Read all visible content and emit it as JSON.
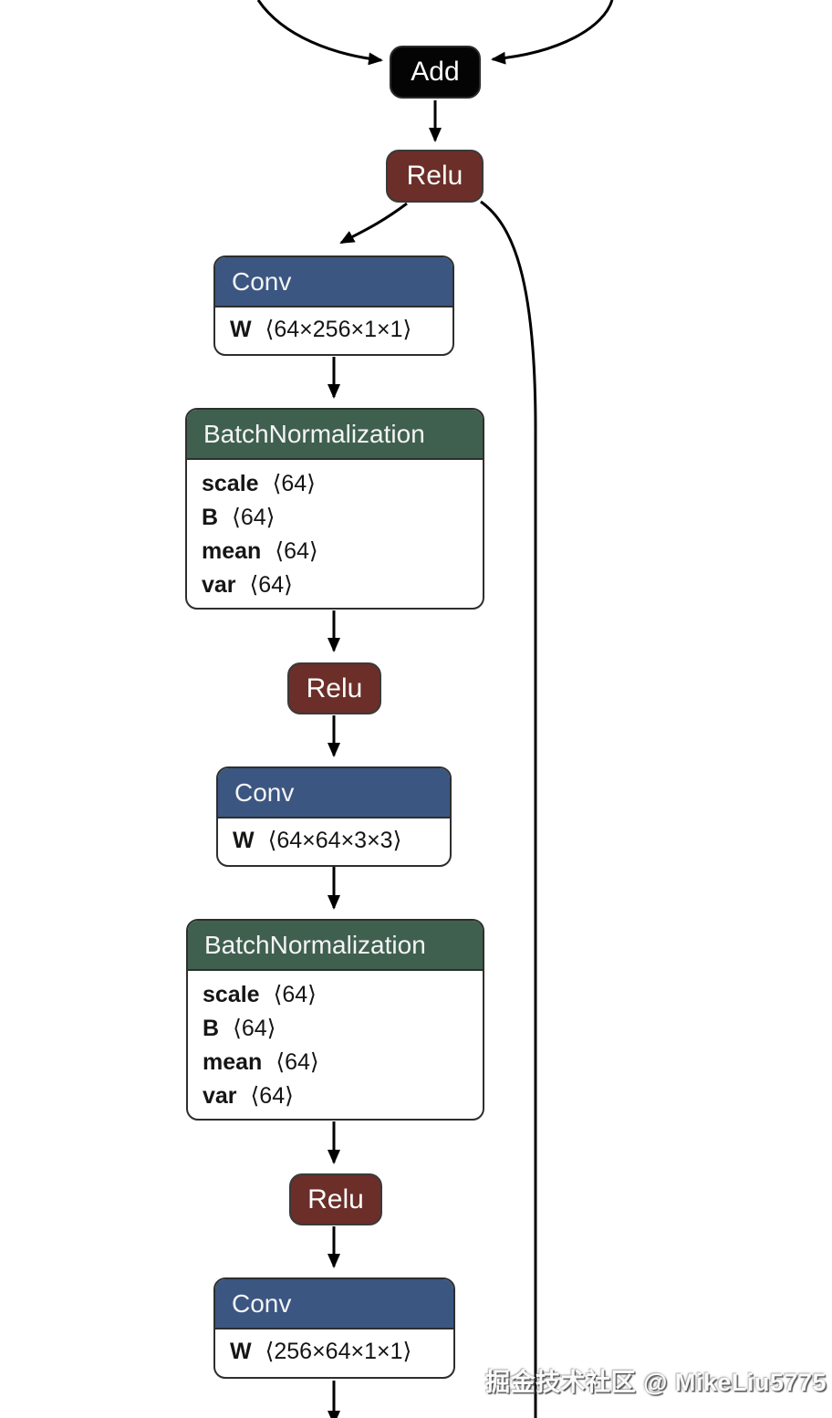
{
  "diagram": {
    "type": "neural-network-graph",
    "nodes": {
      "add": {
        "op": "Add",
        "label": "Add"
      },
      "relu1": {
        "op": "Relu",
        "label": "Relu"
      },
      "conv1": {
        "op": "Conv",
        "title": "Conv",
        "params": [
          {
            "name": "W",
            "value": "⟨64×256×1×1⟩"
          }
        ]
      },
      "bn1": {
        "op": "BatchNormalization",
        "title": "BatchNormalization",
        "params": [
          {
            "name": "scale",
            "value": "⟨64⟩"
          },
          {
            "name": "B",
            "value": "⟨64⟩"
          },
          {
            "name": "mean",
            "value": "⟨64⟩"
          },
          {
            "name": "var",
            "value": "⟨64⟩"
          }
        ]
      },
      "relu2": {
        "op": "Relu",
        "label": "Relu"
      },
      "conv2": {
        "op": "Conv",
        "title": "Conv",
        "params": [
          {
            "name": "W",
            "value": "⟨64×64×3×3⟩"
          }
        ]
      },
      "bn2": {
        "op": "BatchNormalization",
        "title": "BatchNormalization",
        "params": [
          {
            "name": "scale",
            "value": "⟨64⟩"
          },
          {
            "name": "B",
            "value": "⟨64⟩"
          },
          {
            "name": "mean",
            "value": "⟨64⟩"
          },
          {
            "name": "var",
            "value": "⟨64⟩"
          }
        ]
      },
      "relu3": {
        "op": "Relu",
        "label": "Relu"
      },
      "conv3": {
        "op": "Conv",
        "title": "Conv",
        "params": [
          {
            "name": "W",
            "value": "⟨256×64×1×1⟩"
          }
        ]
      }
    },
    "edges": [
      {
        "from": "offscreen-top-left",
        "to": "add"
      },
      {
        "from": "offscreen-top-right",
        "to": "add"
      },
      {
        "from": "add",
        "to": "relu1"
      },
      {
        "from": "relu1",
        "to": "conv1"
      },
      {
        "from": "relu1",
        "to": "offscreen-bottom",
        "kind": "skip-connection"
      },
      {
        "from": "conv1",
        "to": "bn1"
      },
      {
        "from": "bn1",
        "to": "relu2"
      },
      {
        "from": "relu2",
        "to": "conv2"
      },
      {
        "from": "conv2",
        "to": "bn2"
      },
      {
        "from": "bn2",
        "to": "relu3"
      },
      {
        "from": "relu3",
        "to": "conv3"
      },
      {
        "from": "conv3",
        "to": "offscreen-bottom"
      }
    ],
    "colors": {
      "background": "#ffffff",
      "edge": "#000000",
      "add_fill": "#040404",
      "relu_fill": "#6b2e28",
      "conv_header": "#3b5681",
      "batchnorm_header": "#40604f",
      "node_border": "#2e2e2e",
      "body_text": "#151515"
    },
    "watermark": {
      "text": "掘金技术社区 @ MikeLiu5775"
    }
  }
}
